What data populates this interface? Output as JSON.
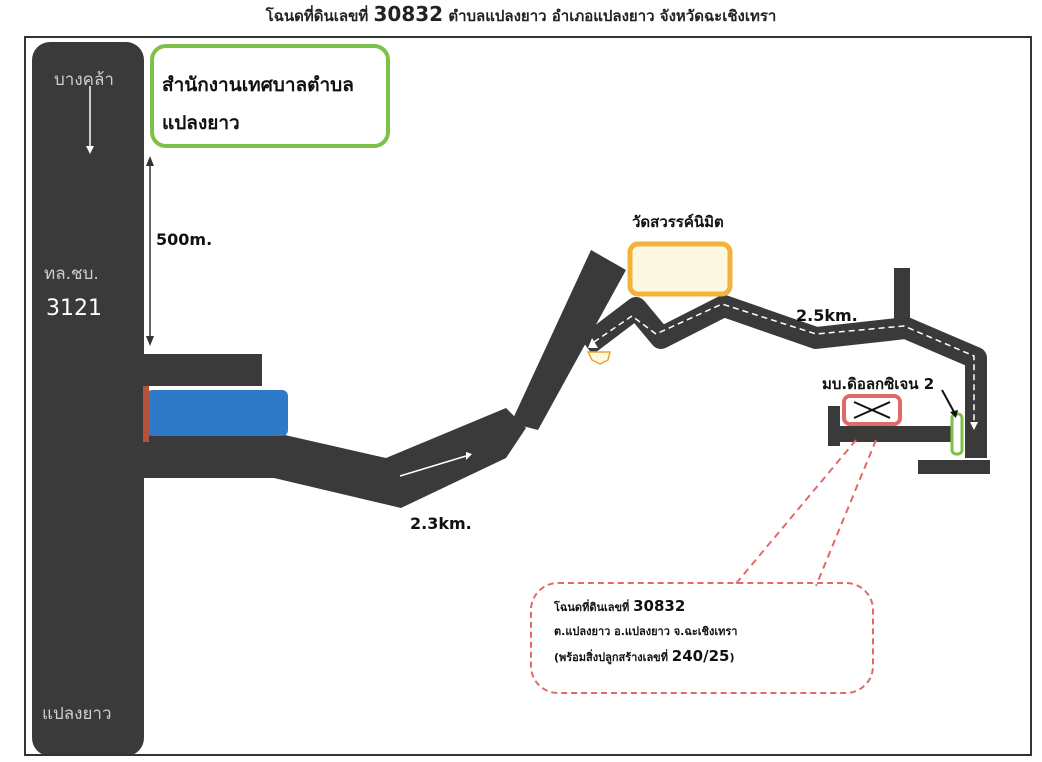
{
  "header": {
    "title_part1": "โฉนดที่ดินเลขที่",
    "title_number": "30832",
    "title_part2": "ตำบลแปลงยาว  อำเภอแปลงยาว  จังหวัดฉะเชิงเทรา"
  },
  "map": {
    "roads": {
      "main_top_label": "บางคล้า",
      "main_code_label": "ทล.ชบ.",
      "main_code_number": "3121",
      "main_bottom_label": "แปลงยาว"
    },
    "distances": {
      "d1": "500m.",
      "d2": "2.3km.",
      "d3": "2.5km."
    },
    "landmarks": {
      "office_line1": "สำนักงานเทศบาลตำบล",
      "office_line2": "แปลงยาว",
      "temple": "วัดสวรรค์นิมิต",
      "village": "มบ.ดิอลกซิเจน 2"
    },
    "callout": {
      "line1_prefix": "โฉนดที่ดินเลขที่",
      "line1_number": "30832",
      "line2": "ต.แปลงยาว  อ.แปลงยาว  จ.ฉะเชิงเทรา",
      "line3_prefix": "(พร้อมสิ่งปลูกสร้างเลขที่",
      "line3_number": "240/25",
      "line3_suffix": ")"
    },
    "colors": {
      "road": "#3a3a3a",
      "office_border": "#7cc24a",
      "temple_border": "#f3b23a",
      "temple_fill": "#fdf8e2",
      "building_blue": "#2f79c9",
      "plot_border": "#e06a6a",
      "gate_green": "#7cc24a"
    },
    "icons": [
      "arrow-down-icon",
      "double-arrow-icon",
      "cross-icon",
      "route-arrow-icon"
    ]
  }
}
